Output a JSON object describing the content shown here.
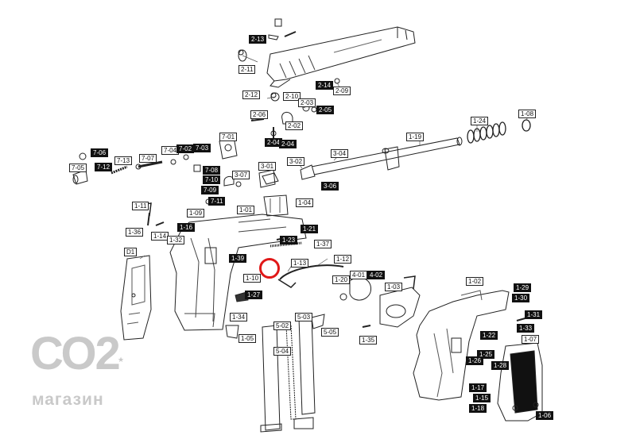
{
  "watermark": {
    "big": "СО2",
    "sup": "★",
    "sub": "магазин"
  },
  "labels": {
    "l1": "2-13",
    "l2": "2-11",
    "l3": "2-14",
    "l4": "2-09",
    "l5": "2-12",
    "l6": "2-10",
    "l7": "2-03",
    "l8": "2-05",
    "l9": "2-06",
    "l10": "2-02",
    "l11": "2-04",
    "l12": "2-04",
    "l13": "7-01",
    "l14": "7-06",
    "l15": "7-13",
    "l16": "7-07",
    "l17": "7-04",
    "l18": "7-02",
    "l19": "7-03",
    "l20": "7-05",
    "l21": "7-12",
    "l22": "7-08",
    "l23": "7-10",
    "l24": "7-09",
    "l25": "7-11",
    "l26": "3-07",
    "l27": "3-01",
    "l28": "3-02",
    "l29": "3-04",
    "l30": "3-06",
    "l31": "1-19",
    "l32": "1-24",
    "l33": "1-08",
    "l34": "1-01",
    "l35": "1-04",
    "l36": "1-11",
    "l37": "1-09",
    "l38": "1-36",
    "l39": "1-14",
    "l40": "1-16",
    "l41": "1-32",
    "l42": "1-21",
    "l43": "1-23",
    "l44": "1-37",
    "l45": "D1",
    "l46": "1-13",
    "l47": "1-12",
    "l48": "1-10",
    "l49": "1-20",
    "l50": "4-01",
    "l51": "1-03",
    "l52": "1-02",
    "l53": "1-27",
    "l54": "1-34",
    "l55": "1-05",
    "l56": "5-02",
    "l57": "5-03",
    "l58": "5-05",
    "l59": "5-04",
    "l60": "1-35",
    "l61": "1-07",
    "l62": "1-29",
    "l63": "1-30",
    "l64": "1-31",
    "l65": "1-33",
    "l66": "1-22",
    "l67": "1-25",
    "l68": "1-26",
    "l69": "1-28",
    "l70": "1-17",
    "l71": "1-18",
    "l72": "1-06",
    "l73": "1-15",
    "l74": "4-02",
    "l75": "1-39"
  }
}
